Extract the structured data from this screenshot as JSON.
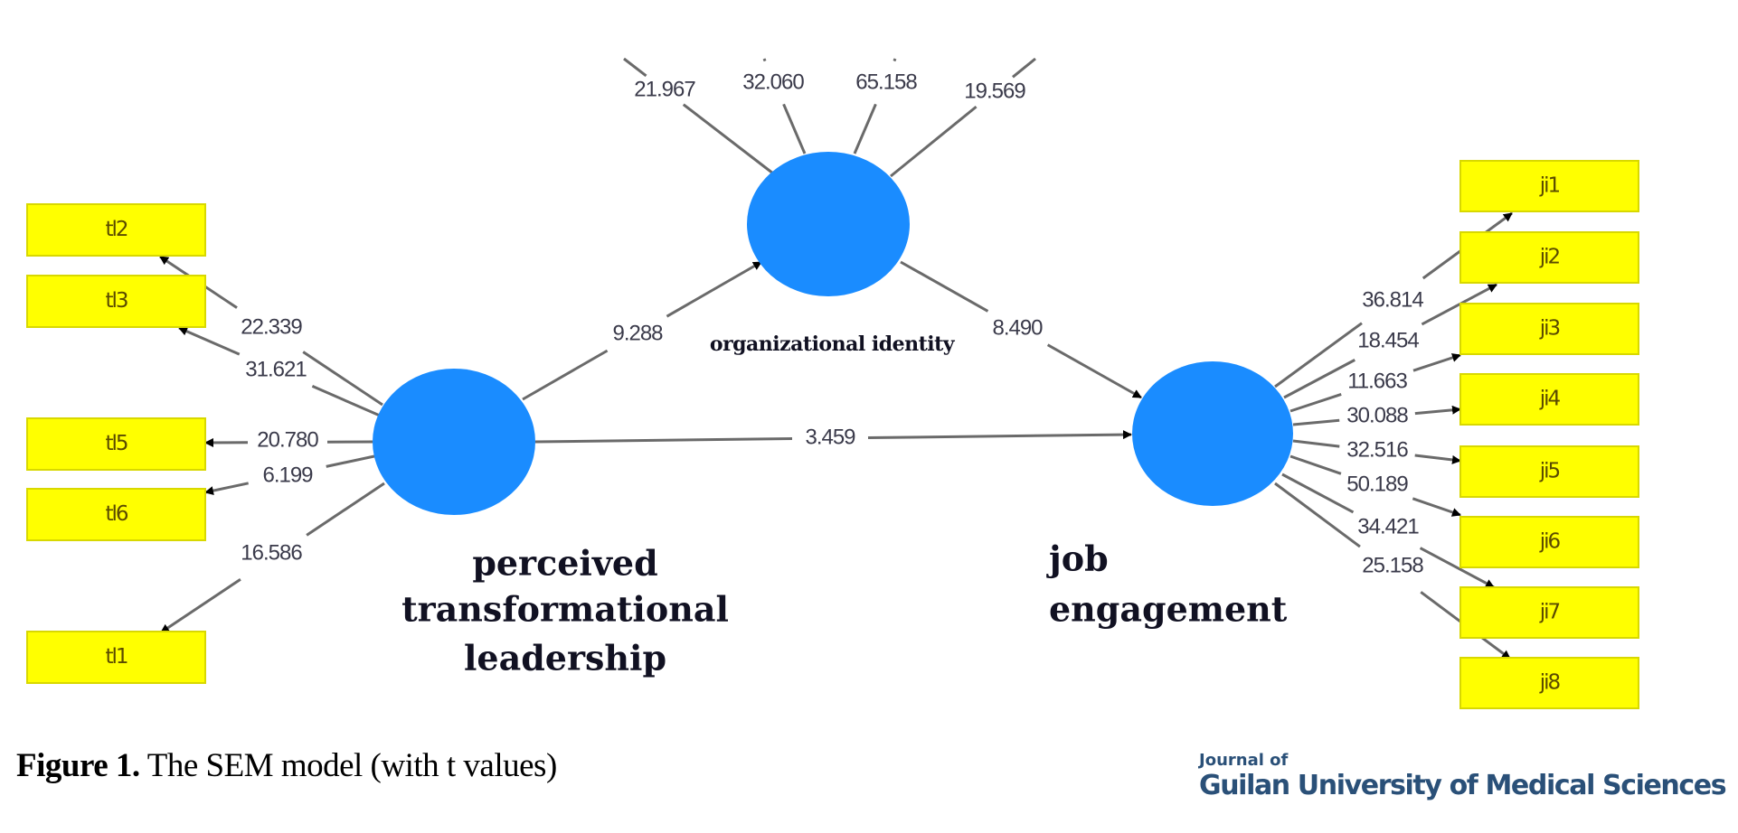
{
  "colors": {
    "latent_fill": "#1a8cff",
    "indicator_fill": "#ffff00",
    "indicator_border": "#d8d800",
    "path_line": "#6a6a6a",
    "journal_text": "#2a5078"
  },
  "latents": {
    "ptl": {
      "name": "perceived transformational leadership",
      "lines": [
        "perceived",
        "transformational",
        "leadership"
      ]
    },
    "oi": {
      "name": "organizational identity",
      "label": "organizational identity"
    },
    "je": {
      "name": "job engagement",
      "lines": [
        "job",
        "engagement"
      ]
    }
  },
  "structural_paths": [
    {
      "from": "perceived transformational leadership",
      "to": "organizational identity",
      "t": "9.288"
    },
    {
      "from": "organizational identity",
      "to": "job engagement",
      "t": "8.490"
    },
    {
      "from": "perceived transformational leadership",
      "to": "job engagement",
      "t": "3.459"
    }
  ],
  "ptl_indicators": [
    {
      "label": "tl2",
      "t": "22.339"
    },
    {
      "label": "tl3",
      "t": "31.621"
    },
    {
      "label": "tl5",
      "t": "20.780"
    },
    {
      "label": "tl6",
      "t": "6.199"
    },
    {
      "label": "tl1",
      "t": "16.586"
    }
  ],
  "oi_indicators": [
    {
      "t": "21.967"
    },
    {
      "t": "32.060"
    },
    {
      "t": "65.158"
    },
    {
      "t": "19.569"
    }
  ],
  "je_indicators": [
    {
      "label": "ji1",
      "t": "36.814"
    },
    {
      "label": "ji2",
      "t": "18.454"
    },
    {
      "label": "ji3",
      "t": "11.663"
    },
    {
      "label": "ji4",
      "t": "30.088"
    },
    {
      "label": "ji5",
      "t": "32.516"
    },
    {
      "label": "ji6",
      "t": "50.189"
    },
    {
      "label": "ji7",
      "t": "34.421"
    },
    {
      "label": "ji8",
      "t": "25.158"
    }
  ],
  "caption": {
    "figure_label": "Figure 1.",
    "text": " The SEM model (with t values)"
  },
  "journal": {
    "line1": "Journal of",
    "line2": "Guilan University of Medical Sciences"
  }
}
